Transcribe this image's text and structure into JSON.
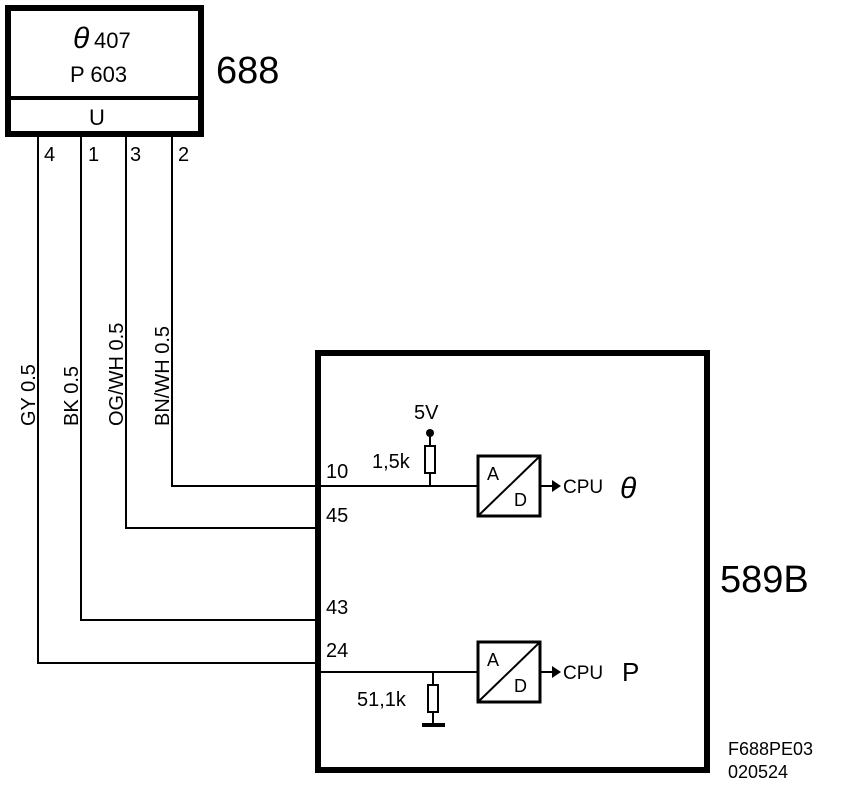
{
  "sensor": {
    "id": "688",
    "theta_symbol": "θ",
    "theta_value": "407",
    "p_line": "P 603",
    "u_label": "U"
  },
  "pins_top": [
    "4",
    "1",
    "3",
    "2"
  ],
  "wires": [
    "GY 0.5",
    "BK 0.5",
    "OG/WH 0.5",
    "BN/WH 0.5"
  ],
  "ecu": {
    "id": "589B",
    "pins": [
      "10",
      "45",
      "43",
      "24"
    ],
    "supply": "5V",
    "r_pullup": "1,5k",
    "r_pulldown": "51,1k",
    "adc_a": "A",
    "adc_d": "D",
    "cpu": "CPU",
    "cpu_theta": "θ",
    "cpu_p": "P"
  },
  "footer": {
    "code": "F688PE03",
    "date": "020524"
  }
}
